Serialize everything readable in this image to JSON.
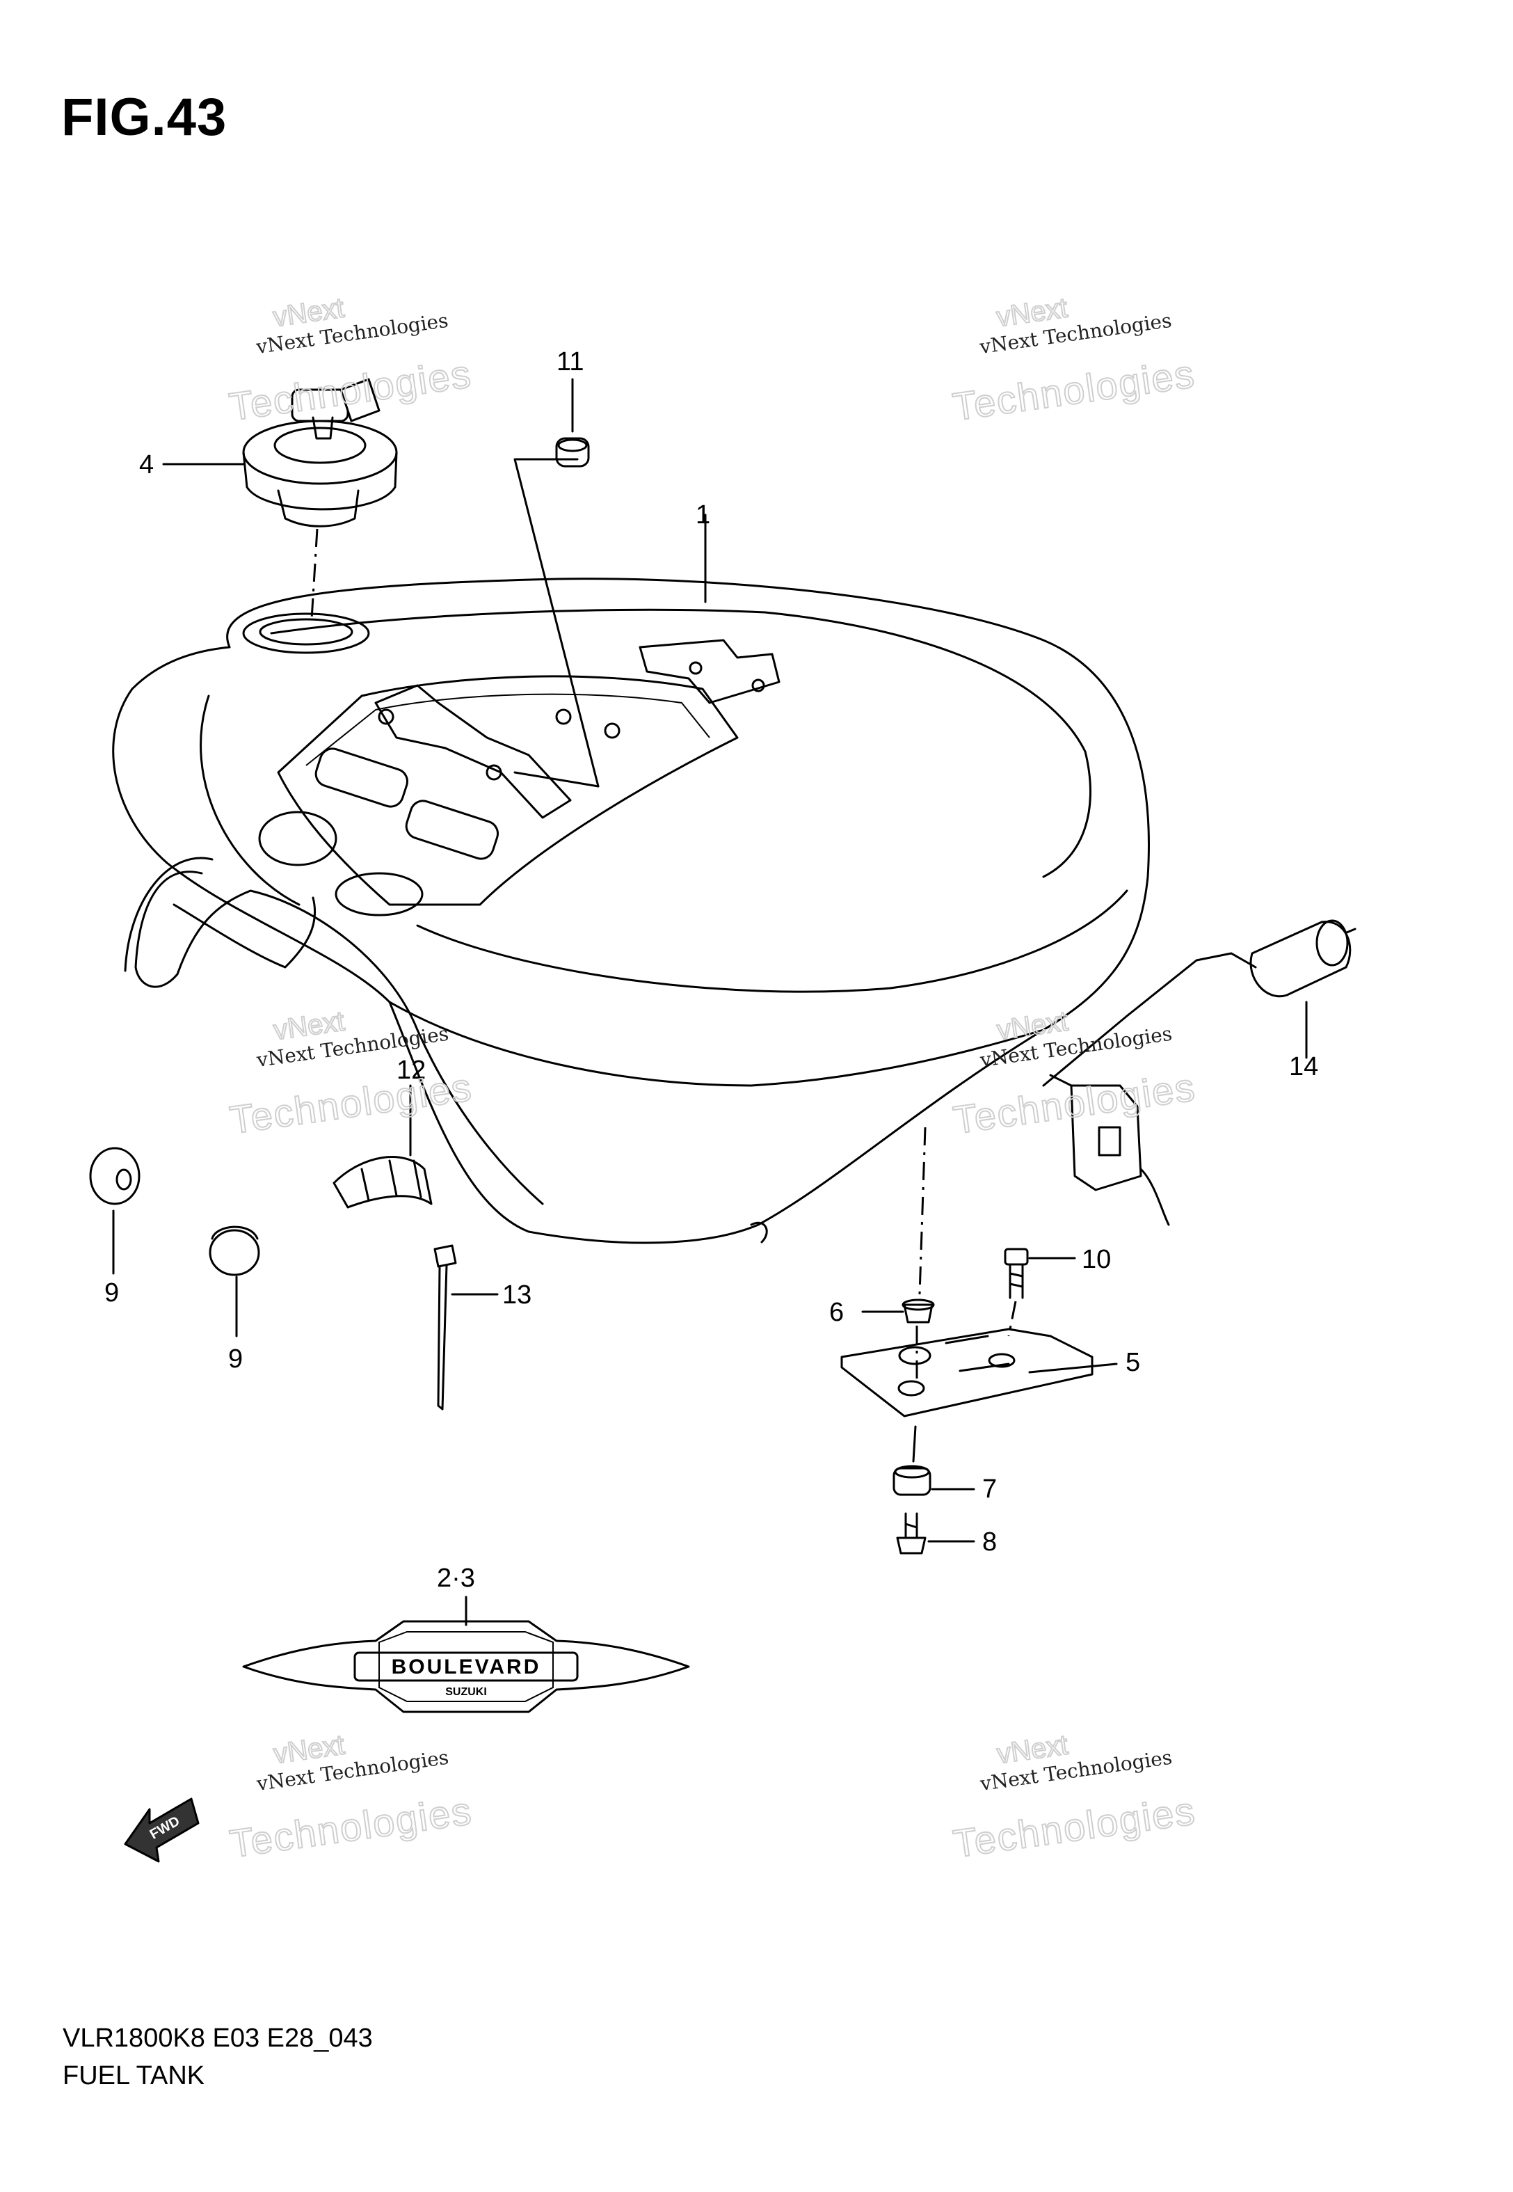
{
  "figure": {
    "title": "FIG.43",
    "model_code": "VLR1800K8 E03 E28_043",
    "name": "FUEL TANK"
  },
  "callouts": [
    "1",
    "2·3",
    "4",
    "5",
    "6",
    "7",
    "8",
    "9",
    "9",
    "10",
    "11",
    "12",
    "13",
    "14"
  ],
  "watermark": {
    "line1": "vNext Technologies",
    "line2": "Technologies",
    "line3": "vNext"
  },
  "emblem": {
    "text": "BOULEVARD",
    "subtext": "SUZUKI"
  },
  "fwd_label": "FWD"
}
